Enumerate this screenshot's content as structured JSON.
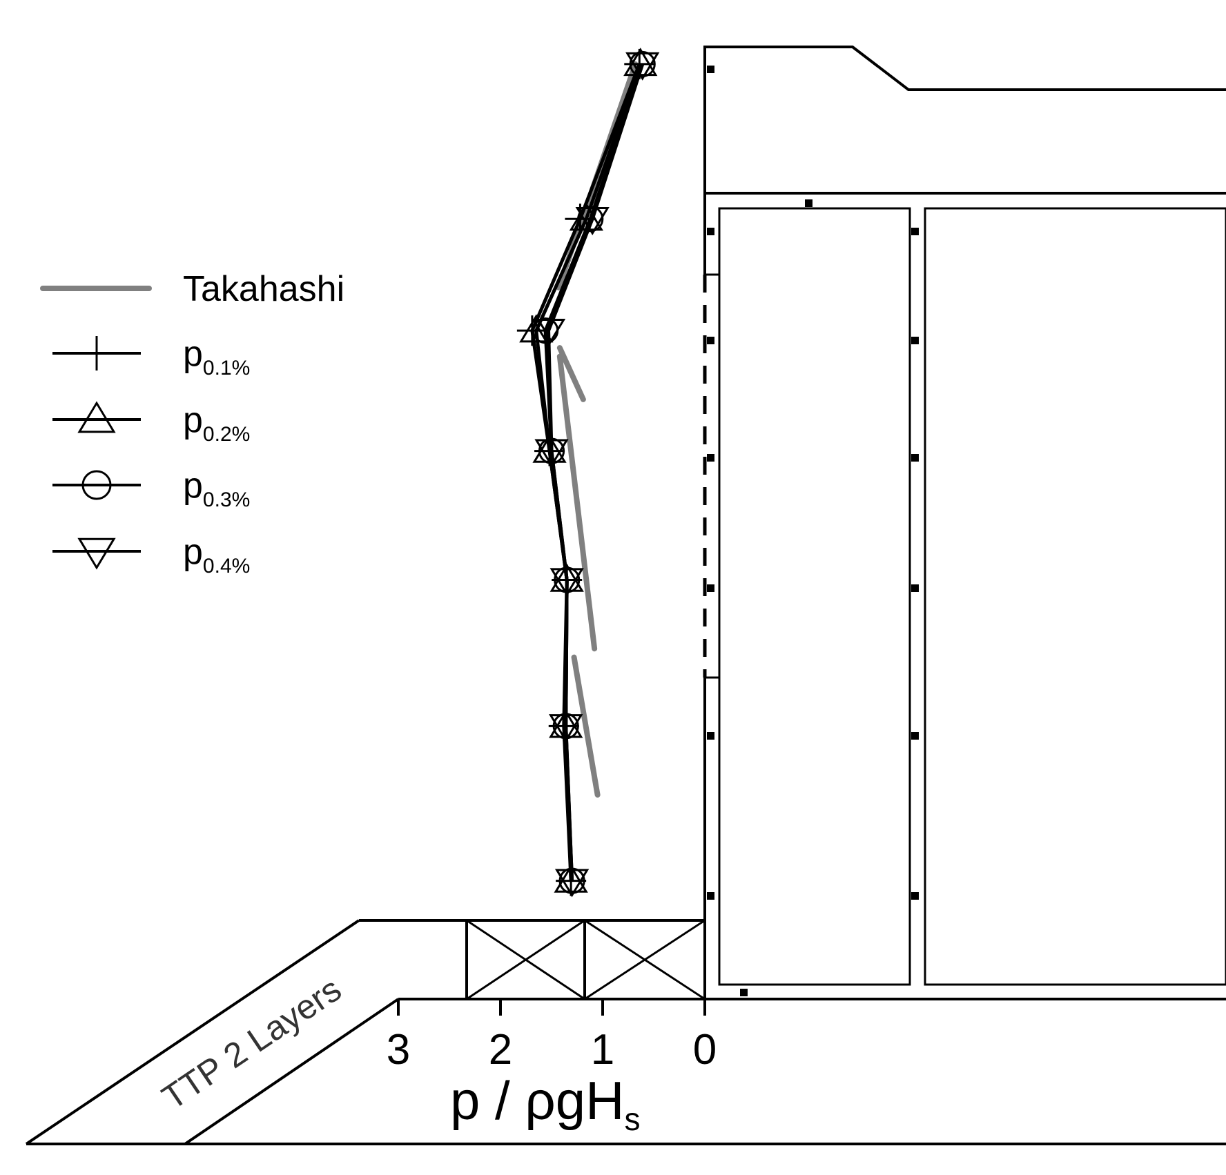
{
  "chart_data": {
    "type": "line",
    "orientation": "horizontal-values-vertical-positions",
    "xlabel": {
      "main": "p / ρgH",
      "subscript": "s"
    },
    "xlim": [
      3,
      0
    ],
    "xticks": [
      "3",
      "2",
      "1",
      "0"
    ],
    "legend_position": "left",
    "annotations": [
      "TTP 2 Layers"
    ],
    "series": [
      {
        "name": "Takahashi",
        "name_main": "Takahashi",
        "name_sub": "",
        "color": "#808080",
        "marker": "none",
        "segments": [
          [
            [
              1.43,
              0.72
            ],
            [
              0.68,
              0.98
            ]
          ],
          [
            [
              1.19,
              0.59
            ],
            [
              1.42,
              0.65
            ]
          ],
          [
            [
              1.08,
              0.3
            ],
            [
              1.42,
              0.64
            ]
          ],
          [
            [
              1.05,
              0.13
            ],
            [
              1.28,
              0.29
            ]
          ]
        ]
      },
      {
        "name": "p0.1%",
        "name_main": "p",
        "name_sub": "0.1%",
        "color": "#000000",
        "marker": "plus",
        "points": [
          [
            0.64,
            0.98
          ],
          [
            1.22,
            0.8
          ],
          [
            1.69,
            0.67
          ],
          [
            1.52,
            0.53
          ],
          [
            1.35,
            0.38
          ],
          [
            1.38,
            0.21
          ],
          [
            1.31,
            0.03
          ]
        ]
      },
      {
        "name": "p0.2%",
        "name_main": "p",
        "name_sub": "0.2%",
        "color": "#000000",
        "marker": "triangle-up",
        "points": [
          [
            0.63,
            0.98
          ],
          [
            1.16,
            0.8
          ],
          [
            1.65,
            0.67
          ],
          [
            1.52,
            0.53
          ],
          [
            1.35,
            0.38
          ],
          [
            1.36,
            0.21
          ],
          [
            1.31,
            0.03
          ]
        ]
      },
      {
        "name": "p0.3%",
        "name_main": "p",
        "name_sub": "0.3%",
        "color": "#000000",
        "marker": "circle",
        "points": [
          [
            0.61,
            0.98
          ],
          [
            1.12,
            0.8
          ],
          [
            1.56,
            0.67
          ],
          [
            1.5,
            0.53
          ],
          [
            1.35,
            0.38
          ],
          [
            1.36,
            0.21
          ],
          [
            1.3,
            0.03
          ]
        ]
      },
      {
        "name": "p0.4%",
        "name_main": "p",
        "name_sub": "0.4%",
        "color": "#000000",
        "marker": "triangle-down",
        "points": [
          [
            0.61,
            0.98
          ],
          [
            1.1,
            0.8
          ],
          [
            1.53,
            0.67
          ],
          [
            1.5,
            0.53
          ],
          [
            1.35,
            0.38
          ],
          [
            1.36,
            0.21
          ],
          [
            1.3,
            0.03
          ]
        ]
      }
    ]
  }
}
